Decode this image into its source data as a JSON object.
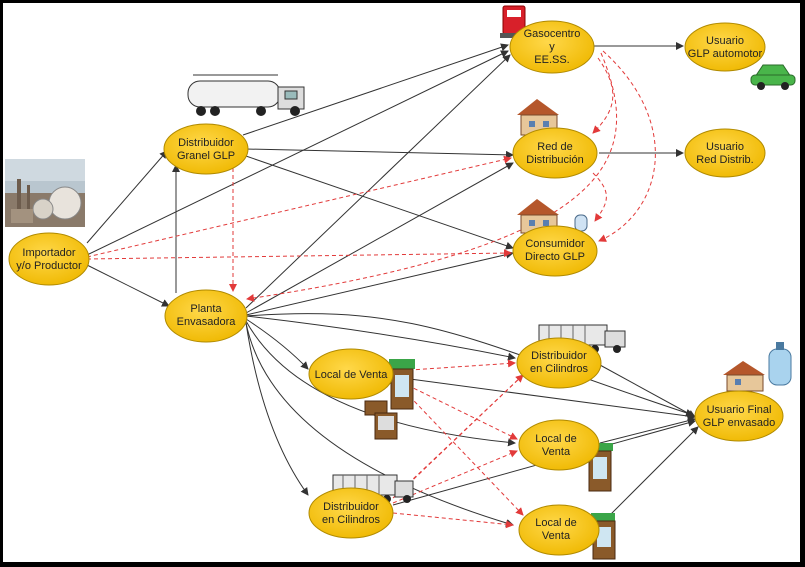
{
  "colors": {
    "node_fill": "#f6c200",
    "node_stroke": "#b08a00",
    "flow_solid": "#333333",
    "flow_dashed": "#e23a3a"
  },
  "nodes": {
    "importador": {
      "line1": "Importador",
      "line2": "y/o Productor"
    },
    "distribuidor_granel": {
      "line1": "Distribuidor",
      "line2": "Granel GLP"
    },
    "planta": {
      "line1": "Planta",
      "line2": "Envasadora"
    },
    "gasocentro": {
      "line1": "Gasocentro",
      "line2": "y",
      "line3": "EE.SS."
    },
    "red": {
      "line1": "Red de",
      "line2": "Distribución"
    },
    "consumidor": {
      "line1": "Consumidor",
      "line2": "Directo GLP"
    },
    "usuario_auto": {
      "line1": "Usuario",
      "line2": "GLP automotor"
    },
    "usuario_red": {
      "line1": "Usuario",
      "line2": "Red Distrib."
    },
    "local_venta_1": {
      "line1": "Local de Venta"
    },
    "distribuidor_cil_1": {
      "line1": "Distribuidor",
      "line2": "en Cilindros"
    },
    "local_venta_2": {
      "line1": "Local de",
      "line2": "Venta"
    },
    "distribuidor_cil_2": {
      "line1": "Distribuidor",
      "line2": "en Cilindros"
    },
    "local_venta_3": {
      "line1": "Local de",
      "line2": "Venta"
    },
    "usuario_final": {
      "line1": "Usuario Final",
      "line2": "GLP envasado"
    }
  },
  "icons": [
    "refinery-photo-icon",
    "tanker-truck-icon",
    "fuel-pump-icon",
    "house-icon",
    "car-icon",
    "cylinder-truck-icon",
    "market-stall-icon",
    "gas-cylinder-icon"
  ]
}
